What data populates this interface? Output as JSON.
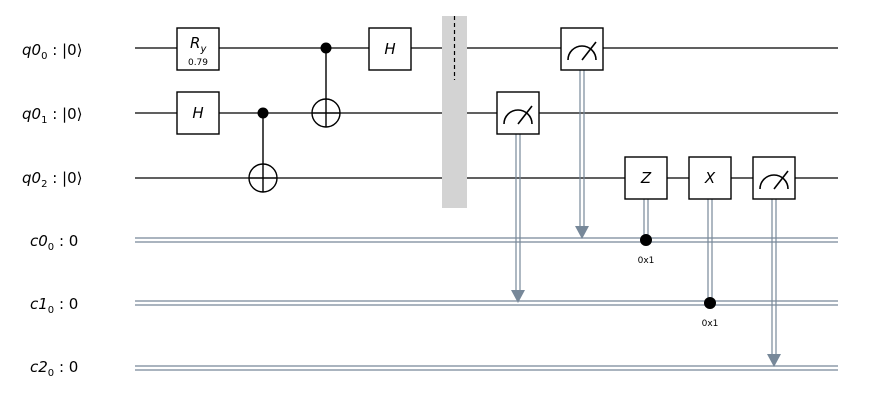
{
  "registers": {
    "quantum": [
      {
        "base": "q0",
        "sub": "0",
        "state": " : |0⟩"
      },
      {
        "base": "q0",
        "sub": "1",
        "state": " : |0⟩"
      },
      {
        "base": "q0",
        "sub": "2",
        "state": " : |0⟩"
      }
    ],
    "classical": [
      {
        "base": "c0",
        "sub": "0",
        "value": " :  0"
      },
      {
        "base": "c1",
        "sub": "0",
        "value": " :  0"
      },
      {
        "base": "c2",
        "sub": "0",
        "value": " :  0"
      }
    ]
  },
  "gates": {
    "ry": {
      "label": "R",
      "sub": "y",
      "param": "0.79"
    },
    "h0": {
      "label": "H"
    },
    "h1": {
      "label": "H"
    },
    "z": {
      "label": "Z"
    },
    "x": {
      "label": "X"
    }
  },
  "conditions": {
    "z_cond": "0x1",
    "x_cond": "0x1"
  },
  "colors": {
    "wire": "#000000",
    "classical_wire": "#778899",
    "barrier": "#d3d3d3",
    "gate_fill": "#ffffff"
  }
}
